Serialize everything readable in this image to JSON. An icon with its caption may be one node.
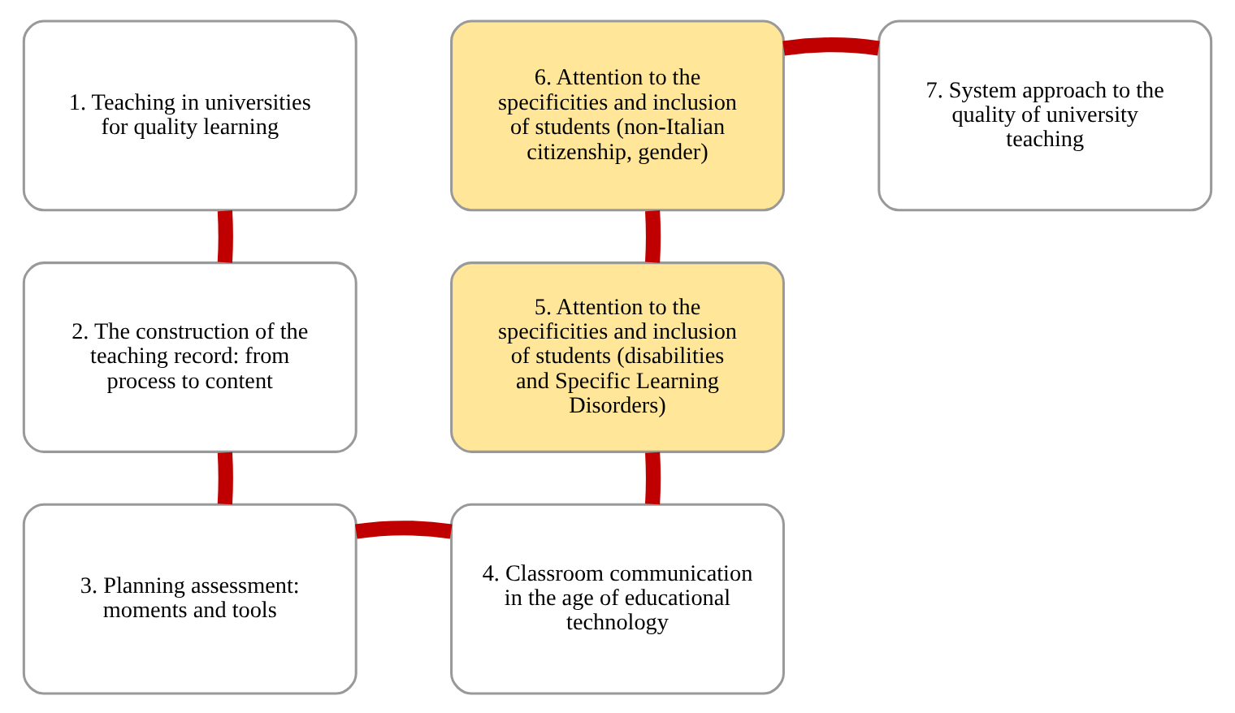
{
  "diagram": {
    "nodes": [
      {
        "text": [
          "1. Teaching in universities for quality learning"
        ]
      },
      {
        "text": [
          "2. The construction of the teaching record: from process to content"
        ]
      },
      {
        "text": [
          "3. Planning assessment: moments and tools"
        ]
      },
      {
        "text": [
          "4. Classroom communication in the age of educational technology"
        ]
      },
      {
        "text": [
          "5. Attention to the specificities and inclusion of students (disabilities and Specific Learning Disorders)"
        ]
      },
      {
        "text": [
          "6. Attention to the specificities and inclusion of students (non-Italian citizenship, gender)"
        ]
      },
      {
        "text": [
          "7. System approach to the quality of university teaching"
        ]
      }
    ],
    "edges": [
      {
        "from": 0,
        "to": 1,
        "arrow": "none"
      },
      {
        "from": 1,
        "to": 2,
        "arrow": "none"
      },
      {
        "from": 2,
        "to": 3,
        "arrow": "none"
      },
      {
        "from": 3,
        "to": 4,
        "arrow": "none"
      },
      {
        "from": 4,
        "to": 5,
        "arrow": "none"
      },
      {
        "from": 5,
        "to": 6,
        "arrow": "none"
      }
    ]
  }
}
